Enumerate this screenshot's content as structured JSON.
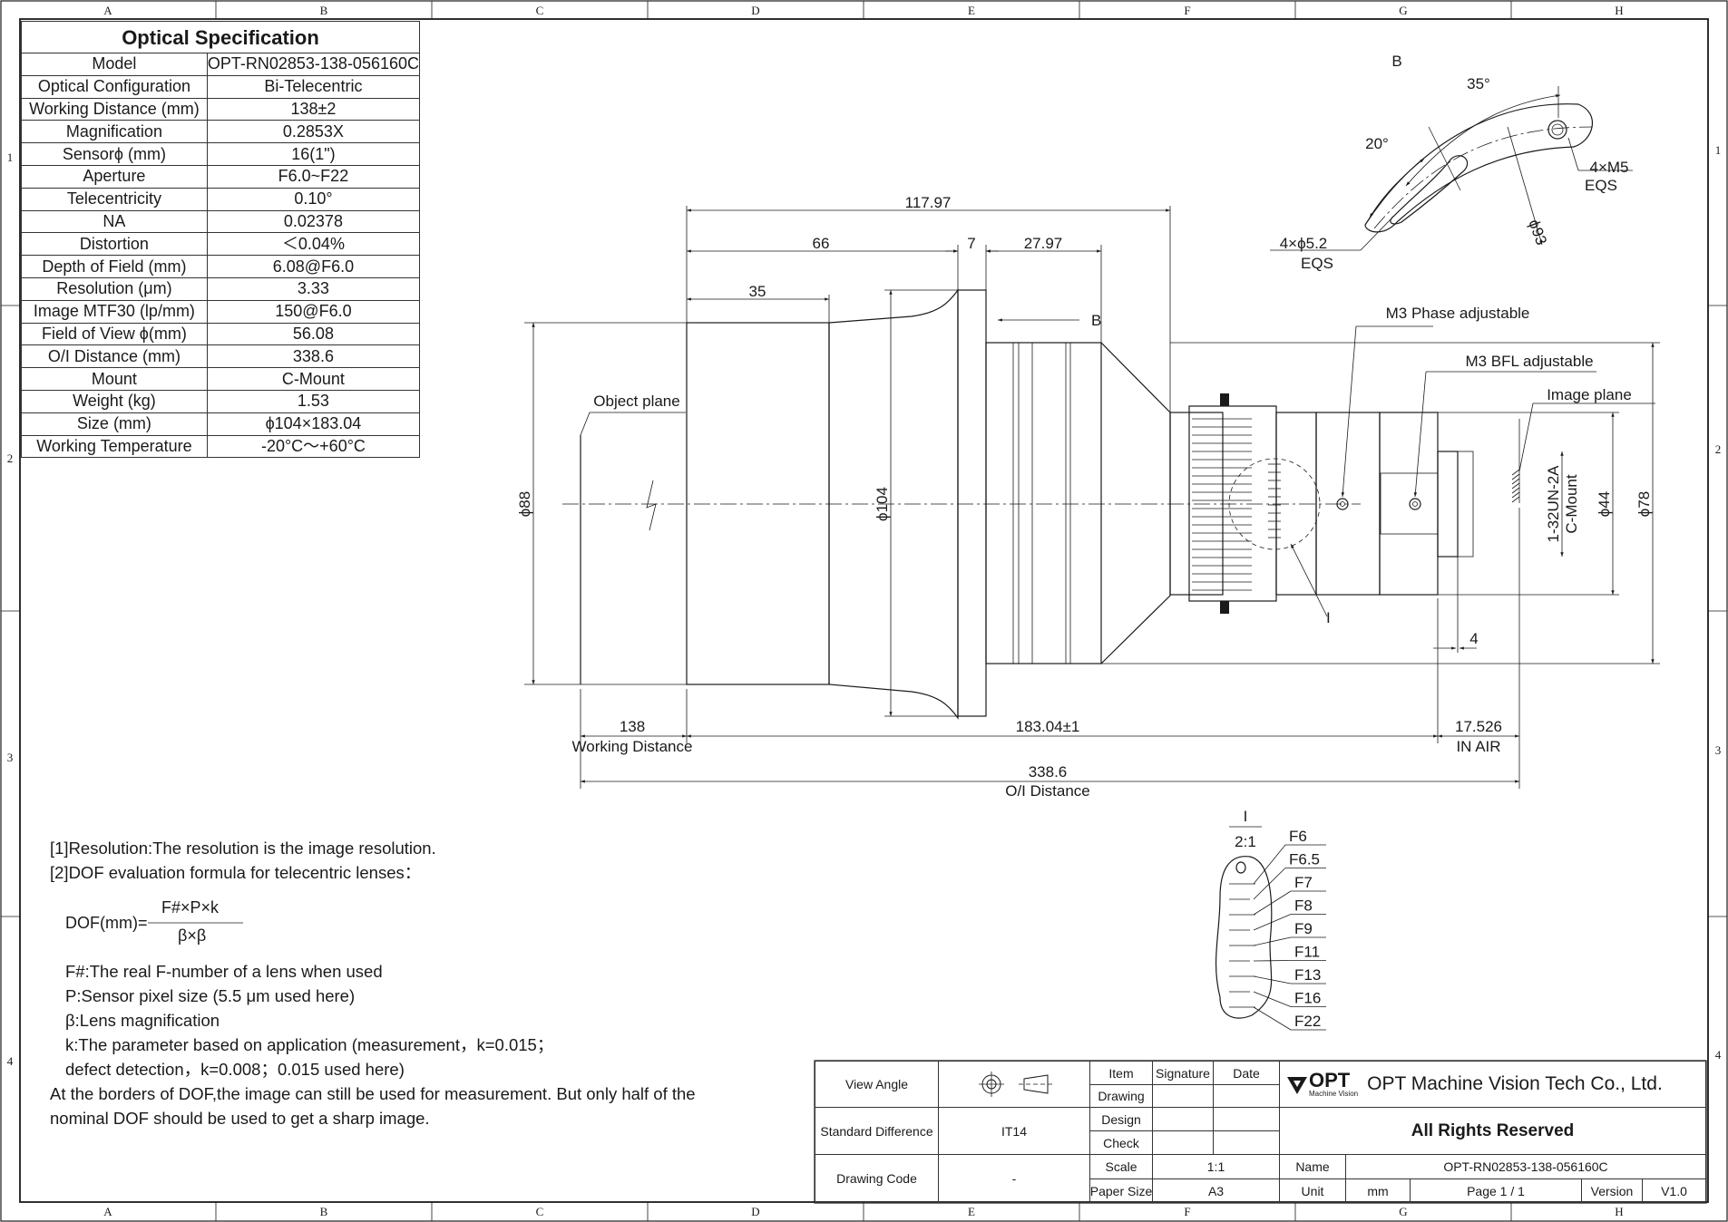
{
  "border": {
    "columns": [
      "A",
      "B",
      "C",
      "D",
      "E",
      "F",
      "G",
      "H"
    ],
    "rows": [
      "1",
      "2",
      "3",
      "4"
    ]
  },
  "spec_table": {
    "title": "Optical Specification",
    "rows": [
      {
        "label": "Model",
        "value": "OPT-RN02853-138-056160C"
      },
      {
        "label": "Optical Configuration",
        "value": "Bi-Telecentric"
      },
      {
        "label": "Working Distance (mm)",
        "value": "138±2"
      },
      {
        "label": "Magnification",
        "value": "0.2853X"
      },
      {
        "label": "Sensorϕ (mm)",
        "value": "16(1\")"
      },
      {
        "label": "Aperture",
        "value": "F6.0~F22"
      },
      {
        "label": "Telecentricity",
        "value": "0.10°"
      },
      {
        "label": "NA",
        "value": "0.02378"
      },
      {
        "label": "Distortion",
        "value": "＜0.04%"
      },
      {
        "label": "Depth of Field (mm)",
        "value": "6.08@F6.0"
      },
      {
        "label": "Resolution (μm)",
        "value": "3.33"
      },
      {
        "label": "Image MTF30 (lp/mm)",
        "value": "150@F6.0"
      },
      {
        "label": "Field of View ϕ(mm)",
        "value": "56.08"
      },
      {
        "label": "O/I Distance (mm)",
        "value": "338.6"
      },
      {
        "label": "Mount",
        "value": "C-Mount"
      },
      {
        "label": "Weight (kg)",
        "value": "1.53"
      },
      {
        "label": "Size (mm)",
        "value": "ϕ104×183.04"
      },
      {
        "label": "Working Temperature",
        "value": "-20°C～+60°C"
      }
    ]
  },
  "side_view": {
    "dim_overall_top": "117.97",
    "dim_front": "66",
    "dim_flange": "7",
    "dim_rear": "27.97",
    "dim_front_barrel": "35",
    "view_ref": "B",
    "label_object_plane": "Object plane",
    "label_m3_phase": "M3 Phase adjustable",
    "label_m3_bfl": "M3 BFL adjustable",
    "label_image_plane": "Image plane",
    "dia_front": "ϕ88",
    "dia_flange": "ϕ104",
    "dia_mount": "ϕ44",
    "dia_rear": "ϕ78",
    "mount_thread": "1-32UN-2A",
    "mount_name": "C-Mount",
    "detail_ref": "I",
    "dim_mount_depth": "4",
    "dim_working_distance": "138",
    "label_working_distance": "Working Distance",
    "dim_length": "183.04±1",
    "dim_back_focal": "17.526",
    "label_in_air": "IN AIR",
    "dim_oi": "338.6",
    "label_oi": "O/I Distance"
  },
  "view_b": {
    "title": "B",
    "angle_outer": "35°",
    "angle_inner": "20°",
    "holes_label": "4×M5",
    "holes_eqs": "EQS",
    "slots_label": "4×ϕ5.2",
    "slots_eqs": "EQS",
    "pcd": "ϕ93"
  },
  "detail_i": {
    "title": "I",
    "scale": "2:1",
    "stops": [
      "F6",
      "F6.5",
      "F7",
      "F8",
      "F9",
      "F11",
      "F13",
      "F16",
      "F22"
    ]
  },
  "notes": {
    "line1": "[1]Resolution:The resolution is  the image resolution.",
    "line2": "[2]DOF evaluation formula for telecentric lenses：",
    "formula_lhs": "DOF(mm)=",
    "formula_num": "F#×P×k",
    "formula_den": "β×β",
    "line3": "F#:The real F-number of a lens when used",
    "line4": "P:Sensor pixel size (5.5 μm used here)",
    "line5": "β:Lens magnification",
    "line6": "k:The parameter based on application (measurement，k=0.015；",
    "line7": "defect detection，k=0.008；0.015 used here)",
    "line8": "At the borders of DOF,the image can still be used for measurement. But only half of the",
    "line9": "nominal DOF should be used to get a sharp image."
  },
  "title_block": {
    "view_angle": "View Angle",
    "standard_difference": "Standard Difference",
    "standard_value": "IT14",
    "drawing_code": "Drawing Code",
    "drawing_code_value": "-",
    "item": "Item",
    "signature": "Signature",
    "date": "Date",
    "drawing": "Drawing",
    "design": "Design",
    "check": "Check",
    "scale": "Scale",
    "scale_value": "1:1",
    "paper_size": "Paper Size",
    "paper_value": "A3",
    "logo": "OPT",
    "logo_sub": "Machine Vision",
    "company": "OPT Machine Vision Tech Co., Ltd.",
    "rights": "All Rights Reserved",
    "name_label": "Name",
    "name_value": "OPT-RN02853-138-056160C",
    "unit_label": "Unit",
    "unit_value": "mm",
    "page": "Page  1 / 1",
    "version_label": "Version",
    "version_value": "V1.0"
  }
}
